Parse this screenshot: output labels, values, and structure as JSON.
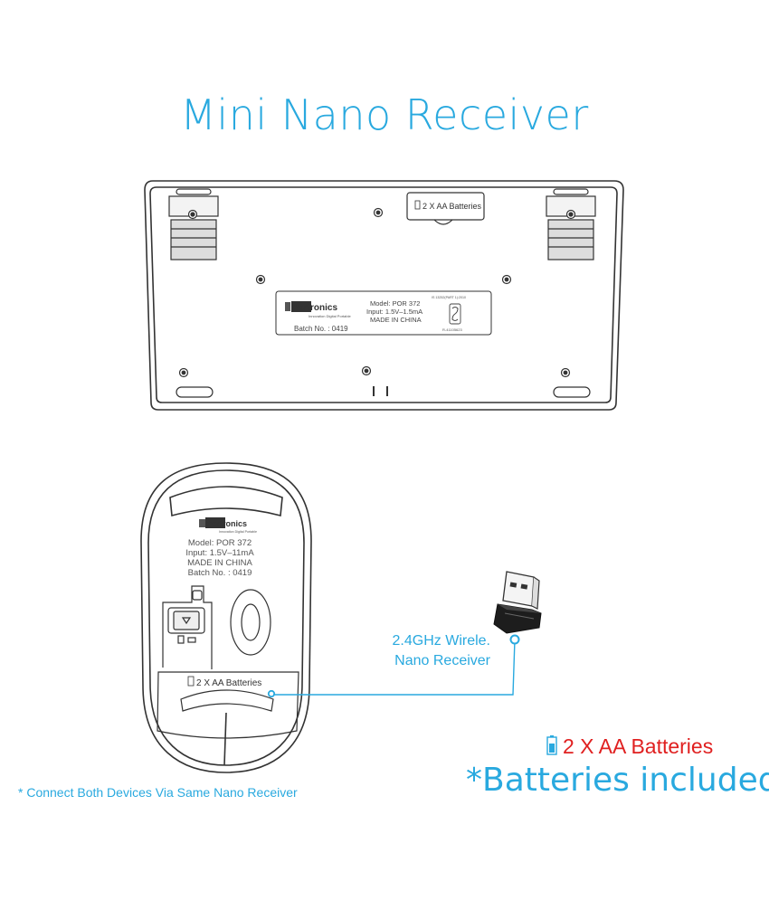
{
  "title": "Mini Nano Receiver",
  "keyboard": {
    "battery_cover_label": "2 X AA Batteries",
    "brand": "Portronics",
    "tagline": "Innovation Digital Portable",
    "model": "Model: POR 372",
    "input": "Input: 1.5V–1.5mA",
    "made_in": "MADE IN CHINA",
    "batch": "Batch No. : 0419",
    "cert_line1": "IS 13252(PART 1):2010",
    "cert_line2": "R-41105623"
  },
  "mouse": {
    "brand": "Portronics",
    "tagline": "Innovation Digital Portable",
    "model": "Model: POR 372",
    "input": "Input: 1.5V–11mA",
    "made_in": "MADE IN CHINA",
    "batch": "Batch No. : 0419",
    "battery_label": "2 X AA Batteries"
  },
  "receiver_label": {
    "line1": "2.4GHz Wirele.",
    "line2": "Nano Receiver"
  },
  "batteries_line": "2 X AA Batteries",
  "batteries_included": "*Batteries included",
  "footnote": "* Connect Both Devices Via Same Nano Receiver",
  "colors": {
    "accent": "#29a9df",
    "battery_text": "#e02020",
    "outline": "#333333"
  }
}
